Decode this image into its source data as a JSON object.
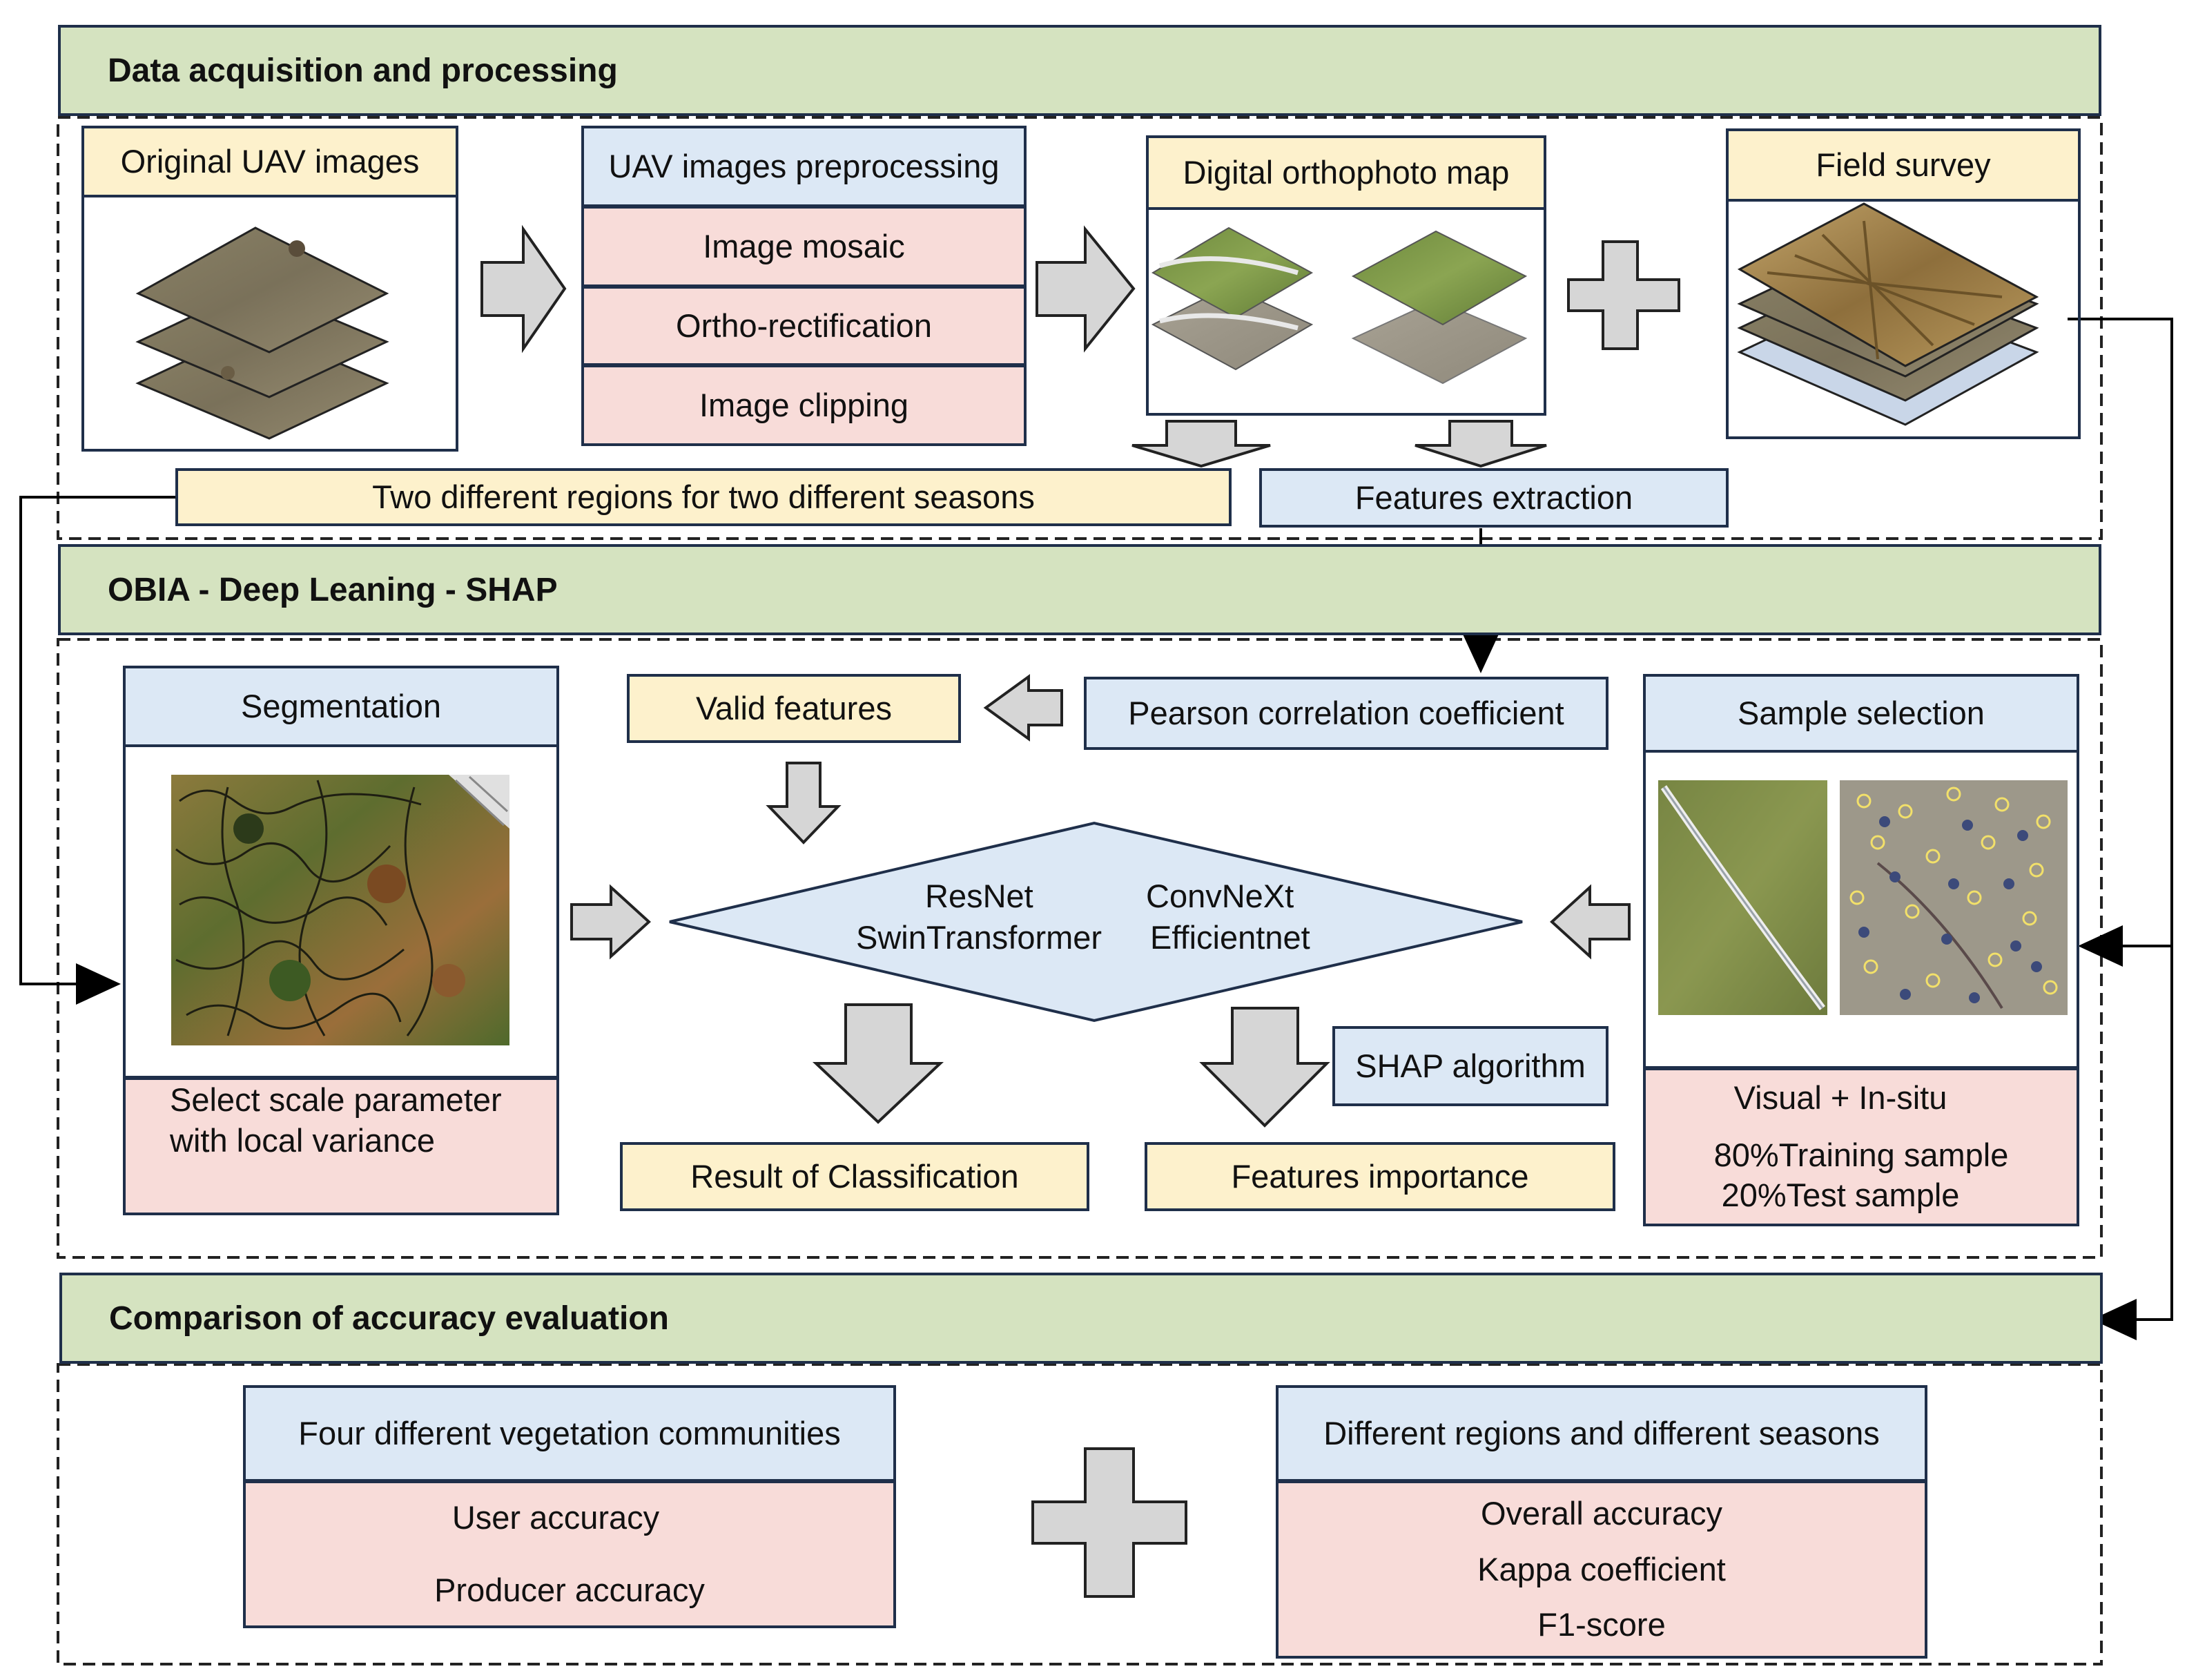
{
  "sections": {
    "acquisition": "Data acquisition and processing",
    "obia": "OBIA - Deep Leaning - SHAP",
    "comparison": "Comparison of accuracy evaluation"
  },
  "acquisition": {
    "original_uav_images": "Original UAV images",
    "uav_preprocessing": "UAV images preprocessing",
    "image_mosaic": "Image mosaic",
    "ortho_rectification": "Ortho-rectification",
    "image_clipping": "Image clipping",
    "digital_orthophoto_map": "Digital orthophoto map",
    "field_survey": "Field survey",
    "two_regions": "Two different regions for two different seasons",
    "features_extraction": "Features extraction"
  },
  "obia": {
    "segmentation": "Segmentation",
    "scale_line1": "Select scale parameter",
    "scale_line2": "with local variance",
    "valid_features": "Valid features",
    "pearson": "Pearson correlation coefficient",
    "models": [
      "ResNet",
      "ConvNeXt",
      "SwinTransformer",
      "Efficientnet"
    ],
    "shap_algorithm": "SHAP algorithm",
    "result_classification": "Result of Classification",
    "features_importance": "Features importance",
    "sample_selection": "Sample selection",
    "visual_insitu": "Visual + In-situ",
    "training_sample": "80%Training sample",
    "test_sample": "20%Test sample"
  },
  "comparison": {
    "four_communities": "Four different vegetation communities",
    "user_accuracy": "User accuracy",
    "producer_accuracy": "Producer accuracy",
    "regions_seasons": "Different regions and different seasons",
    "overall_accuracy": "Overall accuracy",
    "kappa": "Kappa coefficient",
    "f1": "F1-score"
  },
  "colors": {
    "banner_green": "#d5e3c0",
    "yellow": "#fdf1cc",
    "blue": "#dce8f5",
    "pink": "#f8dcd9",
    "arrow_gray": "#d6d6d6",
    "border": "#1f2f4a"
  }
}
